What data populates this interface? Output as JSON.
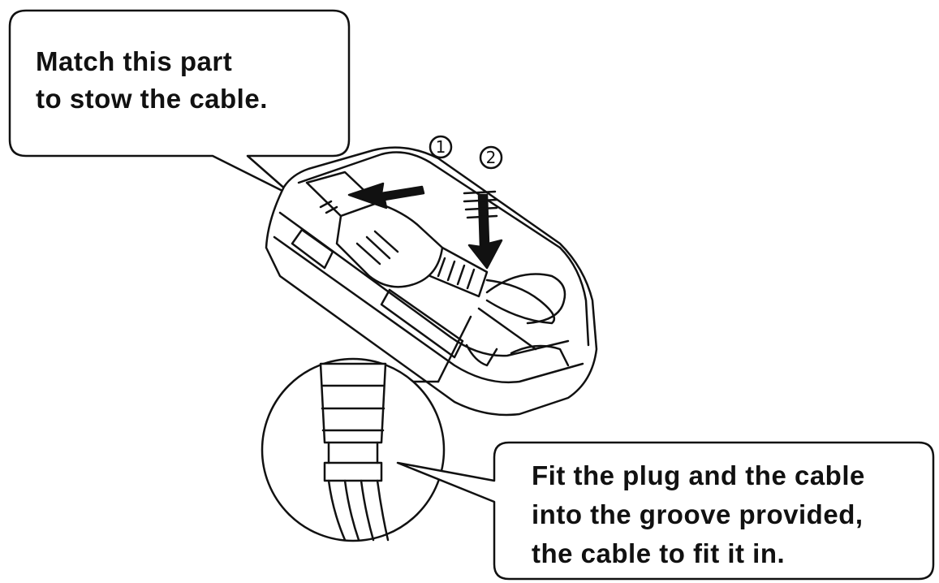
{
  "callouts": {
    "top_left": {
      "lines": [
        "Match this part",
        "to stow the cable."
      ]
    },
    "bottom_right": {
      "lines": [
        "Fit the plug and the cable",
        "into the groove provided,",
        "the cable to fit it in."
      ]
    }
  },
  "steps": {
    "step_1": "1",
    "step_2": "2"
  },
  "colors": {
    "line": "#111111",
    "background": "#ffffff"
  }
}
